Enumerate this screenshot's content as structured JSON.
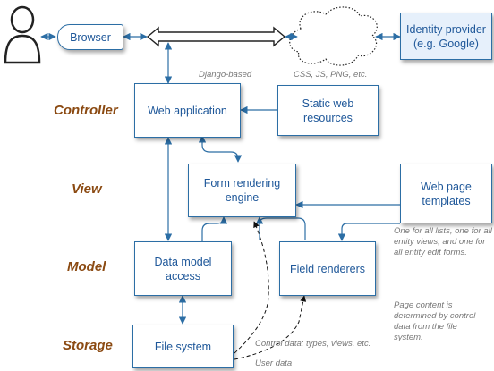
{
  "layers": {
    "controller": "Controller",
    "view": "View",
    "model": "Model",
    "storage": "Storage"
  },
  "nodes": {
    "browser": "Browser",
    "identity_provider": "Identity provider\n(e.g. Google)",
    "web_application": "Web application",
    "static_resources": "Static web\nresources",
    "form_engine": "Form rendering\nengine",
    "web_templates": "Web page\ntemplates",
    "data_model": "Data model\naccess",
    "field_renderers": "Field renderers",
    "file_system": "File system"
  },
  "notes": {
    "django_based": "Django-based",
    "static_types": "CSS, JS, PNG, etc.",
    "templates_note": "One for all lists, one for all entity views, and one for all entity edit forms.",
    "page_content_note": "Page content is determined by control data from the file system.",
    "control_data": "Control data: types, views, etc.",
    "user_data": "User data"
  },
  "colors": {
    "box_border": "#2c6ea5",
    "box_text": "#1e5799",
    "arrow": "#2c6ea5",
    "layer_label": "#8b4a12",
    "note_text": "#777777",
    "identity_fill": "#e6f0fb"
  },
  "icons": {
    "user": "person-icon",
    "internet": "cloud-icon"
  }
}
